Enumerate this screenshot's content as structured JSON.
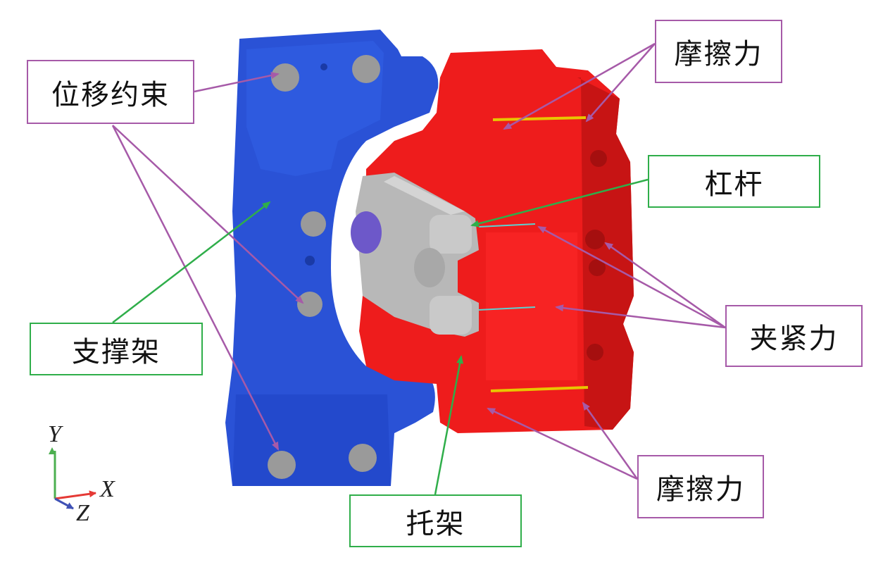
{
  "labels": {
    "displacement_constraint": "位移约束",
    "friction_top": "摩擦力",
    "lever": "杠杆",
    "clamping_force": "夹紧力",
    "support_frame": "支撑架",
    "friction_bottom": "摩擦力",
    "bracket": "托架"
  },
  "axes": {
    "y": "Y",
    "x": "X",
    "z": "Z"
  },
  "colors": {
    "support_frame": "#2a52d6",
    "caliper_body": "#ee1c1c",
    "bracket_body": "#b8b8b8",
    "constraint_arrow": "#a65aa8",
    "component_arrow": "#2fae4a"
  }
}
